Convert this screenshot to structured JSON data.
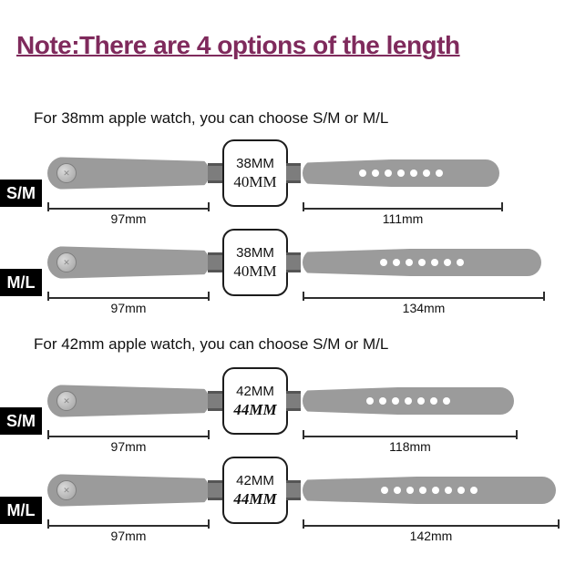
{
  "title": "Note:There are 4 options of the length",
  "colors": {
    "title": "#7f2a5c",
    "band": "#9b9b9b",
    "size_tag_bg": "#000000",
    "size_tag_text": "#ffffff"
  },
  "sections": [
    {
      "heading": "For 38mm apple watch, you can choose S/M or M/L"
    },
    {
      "heading": "For 42mm apple watch, you can choose S/M or M/L"
    }
  ],
  "rows": [
    {
      "size": "S/M",
      "case_top": "38MM",
      "case_bottom": "40MM",
      "left_length": "97mm",
      "right_length": "111mm",
      "holes": 7
    },
    {
      "size": "M/L",
      "case_top": "38MM",
      "case_bottom": "40MM",
      "left_length": "97mm",
      "right_length": "134mm",
      "holes": 7
    },
    {
      "size": "S/M",
      "case_top": "42MM",
      "case_bottom": "44MM",
      "left_length": "97mm",
      "right_length": "118mm",
      "holes": 7
    },
    {
      "size": "M/L",
      "case_top": "42MM",
      "case_bottom": "44MM",
      "left_length": "97mm",
      "right_length": "142mm",
      "holes": 8
    }
  ]
}
